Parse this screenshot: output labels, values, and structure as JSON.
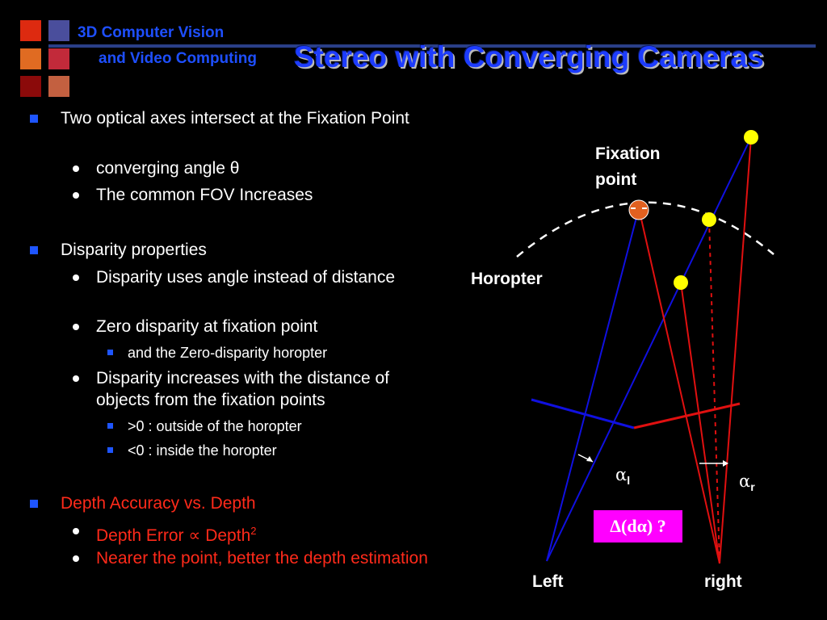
{
  "header": {
    "course_line1": "3D Computer Vision",
    "course_line2": "and Video Computing",
    "title": "Stereo with Converging Cameras"
  },
  "colors": {
    "bullet_blue": "#1e55ff",
    "highlight_red": "#ff2a1a",
    "left_camera": "#1010e0",
    "right_camera": "#e01010",
    "points": "#ffff00",
    "fixation": "#e06020",
    "formula_bg": "#ff00ff"
  },
  "bullets": [
    {
      "text": "Two optical axes intersect at the Fixation Point",
      "sub": [
        {
          "text": "converging angle θ"
        },
        {
          "text": "The common FOV Increases"
        }
      ]
    },
    {
      "text": "Disparity properties",
      "sub": [
        {
          "text": "Disparity uses angle instead of distance"
        },
        {
          "text": "Zero disparity at fixation point",
          "sub": [
            {
              "text": "and the Zero-disparity horopter"
            }
          ]
        },
        {
          "text": "Disparity increases with the distance of objects from the fixation points",
          "sub": [
            {
              "text": ">0  : outside of the horopter"
            },
            {
              "text": "<0  : inside the horopter"
            }
          ]
        }
      ]
    },
    {
      "text": "Depth Accuracy vs. Depth",
      "sub": [
        {
          "text": "Depth Error ∝ Depth",
          "sup": "2"
        },
        {
          "text": "Nearer the point, better the depth estimation"
        }
      ]
    }
  ],
  "diagram": {
    "fixation_label_1": "Fixation",
    "fixation_label_2": "point",
    "horopter_label": "Horopter",
    "alpha_l": "α",
    "alpha_l_sub": "l",
    "alpha_r": "α",
    "alpha_r_sub": "r",
    "formula": "Δ(dα) ?",
    "left_label": "Left",
    "right_label": "right"
  }
}
